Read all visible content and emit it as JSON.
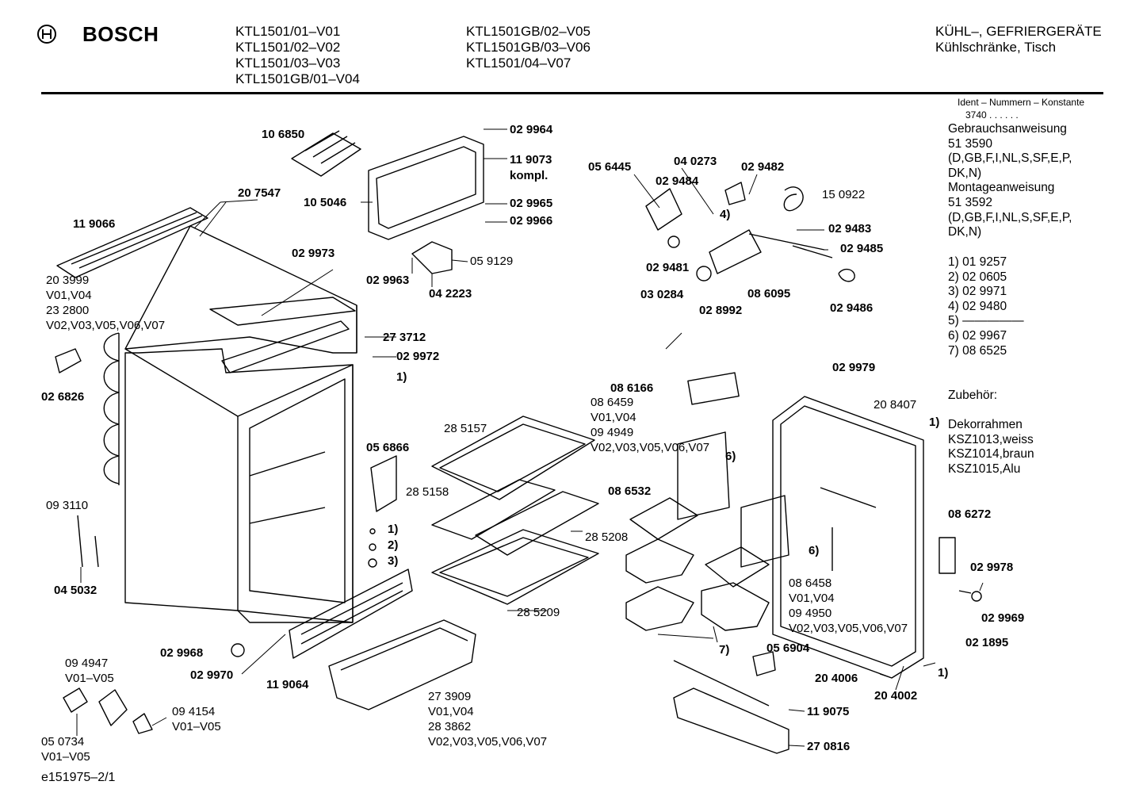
{
  "brand": "BOSCH",
  "models": {
    "col1": [
      "KTL1501/01–V01",
      "KTL1501/02–V02",
      "KTL1501/03–V03",
      "KTL1501GB/01–V04"
    ],
    "col2": [
      "KTL1501GB/02–V05",
      "KTL1501GB/03–V06",
      "KTL1501/04–V07"
    ]
  },
  "category": [
    "KÜHL–, GEFRIERGERÄTE",
    "Kühlschränke, Tisch"
  ],
  "ident": {
    "title": "Ident – Nummern – Konstante",
    "value": "3740 . . . . . ."
  },
  "side_info": {
    "lines": [
      "Gebrauchsanweisung",
      "51 3590",
      "(D,GB,F,I,NL,S,SF,E,P,",
      "DK,N)",
      "Montageanweisung",
      "51 3592",
      "(D,GB,F,I,NL,S,SF,E,P,",
      "DK,N)"
    ],
    "notes": [
      "1)  01 9257",
      "2)  02 0605",
      "3)  02 9971",
      "4)  02 9480",
      "5)  ―――――",
      "6)  02 9967",
      "7)  08 6525"
    ],
    "accessories": [
      "Zubehör:",
      "",
      "Dekorrahmen",
      "KSZ1013,weiss",
      "KSZ1014,braun",
      "KSZ1015,Alu"
    ]
  },
  "footer": "e151975–2/1",
  "parts": {
    "p106850": "10 6850",
    "p207547": "20 7547",
    "p119066": "11 9066",
    "p203999": "20 3999",
    "v01v04a": "V01,V04",
    "p232800": "23 2800",
    "v0207a": "V02,V03,V05,V06,V07",
    "p026826": "02 6826",
    "p093110": "09 3110",
    "p045032": "04 5032",
    "p029964": "02 9964",
    "p119073": "11 9073",
    "kompl": "kompl.",
    "p105046": "10 5046",
    "p029965": "02 9965",
    "p029966": "02 9966",
    "p029973": "02 9973",
    "p059129": "05 9129",
    "p029963": "02 9963",
    "p042223": "04 2223",
    "p273712": "27 3712",
    "p029972": "02 9972",
    "n1a": "1)",
    "p056445": "05 6445",
    "p040273": "04 0273",
    "p029482": "02 9482",
    "p029484": "02 9484",
    "p150922": "15 0922",
    "n4": "4)",
    "p029483": "02 9483",
    "p029485": "02 9485",
    "p029481": "02 9481",
    "p030284": "03 0284",
    "p028992": "02 8992",
    "p086095": "08 6095",
    "p029486": "02 9486",
    "p029979": "02 9979",
    "p086166": "08 6166",
    "p086459": "08 6459",
    "v01v04b": "V01,V04",
    "p094949": "09 4949",
    "v0207b": "V02,V03,V05,V06,V07",
    "n6a": "6)",
    "p208407": "20 8407",
    "n1b": "1)",
    "p285157": "28 5157",
    "p056866": "05 6866",
    "p285158": "28 5158",
    "n1c": "1)",
    "n2": "2)",
    "n3": "3)",
    "p086532": "08 6532",
    "p285208": "28 5208",
    "n6b": "6)",
    "p086272": "08 6272",
    "p086458": "08 6458",
    "v01v04c": "V01,V04",
    "p094950": "09 4950",
    "v0207c": "V02,V03,V05,V06,V07",
    "p029978": "02 9978",
    "p285209": "28 5209",
    "p029969": "02 9969",
    "p021895": "02 1895",
    "n7": "7)",
    "p056904": "05 6904",
    "p204006": "20 4006",
    "p204002": "20 4002",
    "n1d": "1)",
    "p029968": "02 9968",
    "p029970": "02 9970",
    "p119064": "11 9064",
    "p094947": "09 4947",
    "v0105a": "V01–V05",
    "p094154": "09 4154",
    "v0105b": "V01–V05",
    "p050734": "05 0734",
    "v0105c": "V01–V05",
    "p273909": "27 3909",
    "v01v04d": "V01,V04",
    "p283862": "28 3862",
    "v0207d": "V02,V03,V05,V06,V07",
    "p119075": "11 9075",
    "p270816": "27 0816"
  }
}
